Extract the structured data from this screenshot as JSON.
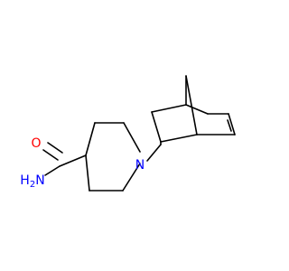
{
  "molecule": {
    "atoms": [
      {
        "id": "O",
        "label": "O",
        "color": "#ff0000"
      },
      {
        "id": "N_amide",
        "label": "H2N",
        "color": "#0000ff"
      },
      {
        "id": "N_ring",
        "label": "N",
        "color": "#0000ff"
      }
    ]
  },
  "colors": {
    "bond": "#000000",
    "oxygen": "#ff0000",
    "nitrogen": "#0000ff",
    "background": "#ffffff"
  }
}
